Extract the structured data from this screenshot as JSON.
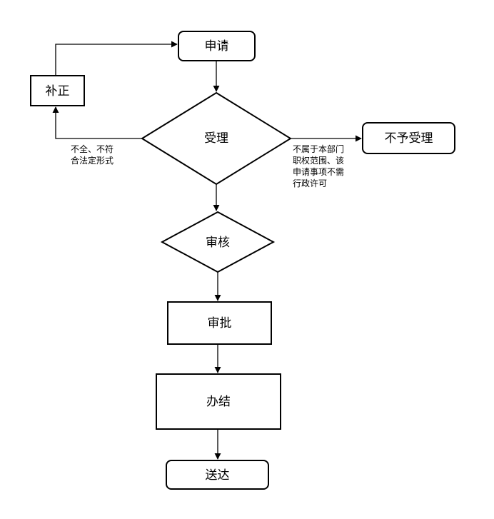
{
  "nodes": {
    "apply": "申请",
    "supplement": "补正",
    "accept": "受理",
    "reject": "不予受理",
    "review": "审核",
    "approve": "审批",
    "complete": "办结",
    "deliver": "送达"
  },
  "edge_labels": {
    "incomplete": [
      "不全、不符",
      "合法定形式"
    ],
    "not_applicable": [
      "不属于本部门",
      "职权范围、该",
      "申请事项不需",
      "行政许可"
    ]
  }
}
